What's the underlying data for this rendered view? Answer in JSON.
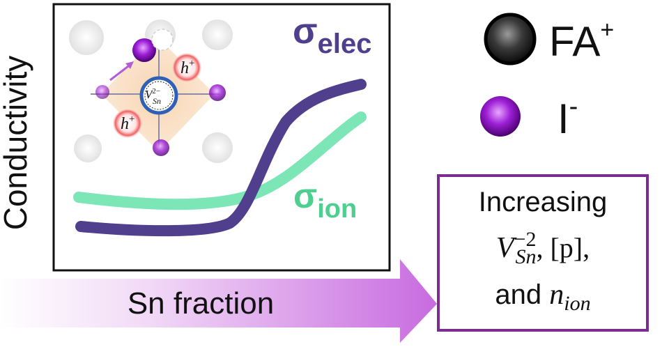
{
  "plot": {
    "ylabel": "Conductivity",
    "xlabel": "Sn fraction",
    "sigma_elec": {
      "base": "σ",
      "sub": "elec"
    },
    "sigma_ion": {
      "base": "σ",
      "sub": "ion"
    }
  },
  "lattice": {
    "vacancy": {
      "base": "V",
      "sup": "2−",
      "sub": "Sn"
    },
    "hole_top": {
      "base": "h",
      "sup": "+"
    },
    "hole_bottom": {
      "base": "h",
      "sup": "+"
    }
  },
  "legend": {
    "fa": {
      "base": "FA",
      "sup": "+"
    },
    "iodide": {
      "base": "I",
      "sup": "-"
    }
  },
  "result_box": {
    "line1": "Increasing",
    "v_base": "V",
    "v_sup": "−2",
    "v_sub": "Sn",
    "sep1": ", ",
    "p": "[p]",
    "sep2": ",",
    "and_word": "and ",
    "n_base": "n",
    "n_sub": "ion"
  },
  "colors": {
    "sigma_elec": "#4f3f8c",
    "sigma_ion": "#5fe0a6",
    "box_border": "#7a2d8e",
    "arrow": "#d89ae6",
    "iodide": "#b040e0",
    "fa": "#444444"
  }
}
